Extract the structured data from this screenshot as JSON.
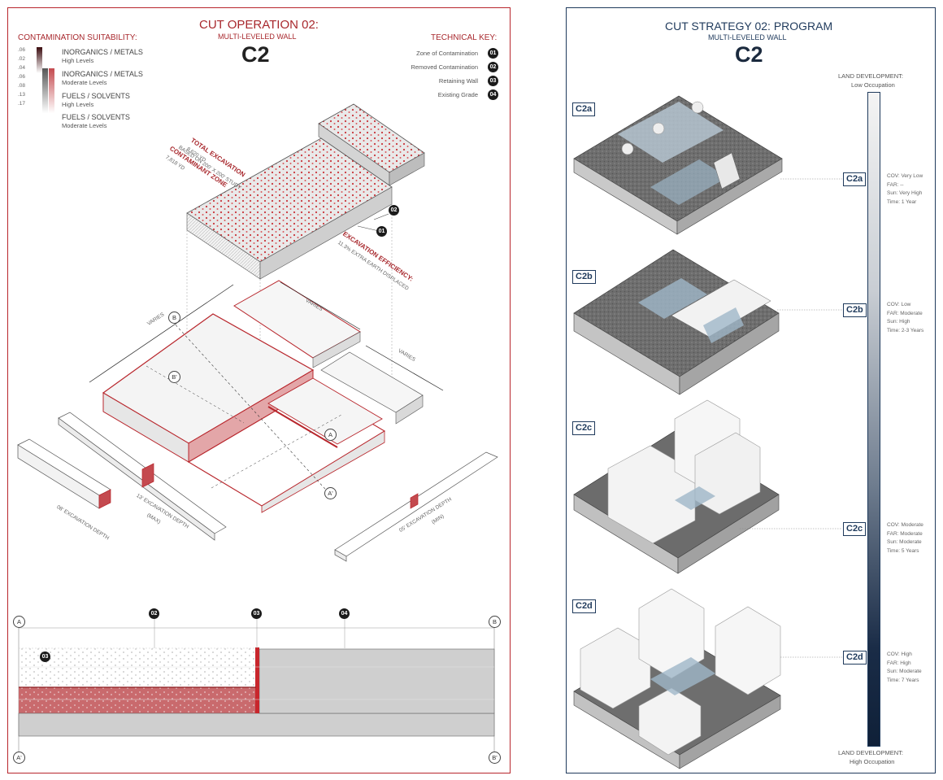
{
  "left": {
    "title": "CUT OPERATION 02:",
    "subtitle": "MULTI-LEVELED WALL",
    "code": "C2",
    "suitability": {
      "heading": "CONTAMINATION SUITABILITY:",
      "scale_values": [
        ".06",
        ".02",
        ".04",
        ".06",
        ".08",
        ".13",
        ".17"
      ],
      "items": [
        {
          "name": "INORGANICS / METALS",
          "level": "High Levels"
        },
        {
          "name": "INORGANICS / METALS",
          "level": "Moderate Levels"
        },
        {
          "name": "FUELS / SOLVENTS",
          "level": "High Levels"
        },
        {
          "name": "FUELS / SOLVENTS",
          "level": "Moderate Levels"
        }
      ]
    },
    "key": {
      "heading": "TECHNICAL KEY:",
      "items": [
        {
          "label": "Zone of Contamination",
          "num": "01"
        },
        {
          "label": "Removed Contamination",
          "num": "02"
        },
        {
          "label": "Retaining Wall",
          "num": "03"
        },
        {
          "label": "Existing Grade",
          "num": "04"
        }
      ]
    },
    "annotations": {
      "study": "BASED ON 200' X 200' STUDY",
      "total_excavation": "TOTAL EXCAVATION",
      "total_excavation_value": "8,620 YD",
      "contaminant_zone": "CONTAMINANT ZONE",
      "contaminant_zone_value": "7,818 YD",
      "efficiency": "EXCAVATION EFFICIENCY:",
      "efficiency_value": "11.3% EXTRA EARTH DISPLACED",
      "varies": "VARIES",
      "depth_08": "08' EXCAVATION DEPTH",
      "depth_13": "13' EXCAVATION DEPTH",
      "depth_13_sub": "(MAX)",
      "depth_05": "05' EXCAVATION DEPTH",
      "depth_05_sub": "(MIN)"
    },
    "badges": {
      "b01": "01",
      "b02": "02",
      "b03": "03",
      "b04": "04"
    },
    "section_marks": {
      "a": "A",
      "a_prime": "A'",
      "b": "B",
      "b_prime": "B'"
    }
  },
  "right": {
    "title": "CUT STRATEGY 02: PROGRAM",
    "subtitle": "MULTI-LEVELED WALL",
    "code": "C2",
    "scale_top": {
      "line1": "LAND DEVELOPMENT:",
      "line2": "Low Occupation"
    },
    "scale_bottom": {
      "line1": "LAND DEVELOPMENT:",
      "line2": "High Occupation"
    },
    "stages": [
      {
        "label": "C2a",
        "cov": "COV: Very Low",
        "far": "FAR: --",
        "sun": "Sun: Very High",
        "time": "Time: 1 Year"
      },
      {
        "label": "C2b",
        "cov": "COV: Low",
        "far": "FAR: Moderate",
        "sun": "Sun: High",
        "time": "Time: 2-3 Years"
      },
      {
        "label": "C2c",
        "cov": "COV: Moderate",
        "far": "FAR: Moderate",
        "sun": "Sun: Moderate",
        "time": "Time: 5 Years"
      },
      {
        "label": "C2d",
        "cov": "COV: High",
        "far": "FAR: High",
        "sun": "Sun: Moderate",
        "time": "Time: 7 Years"
      }
    ]
  },
  "colors": {
    "accent_red": "#a8282d",
    "navy": "#1f3a5c"
  }
}
